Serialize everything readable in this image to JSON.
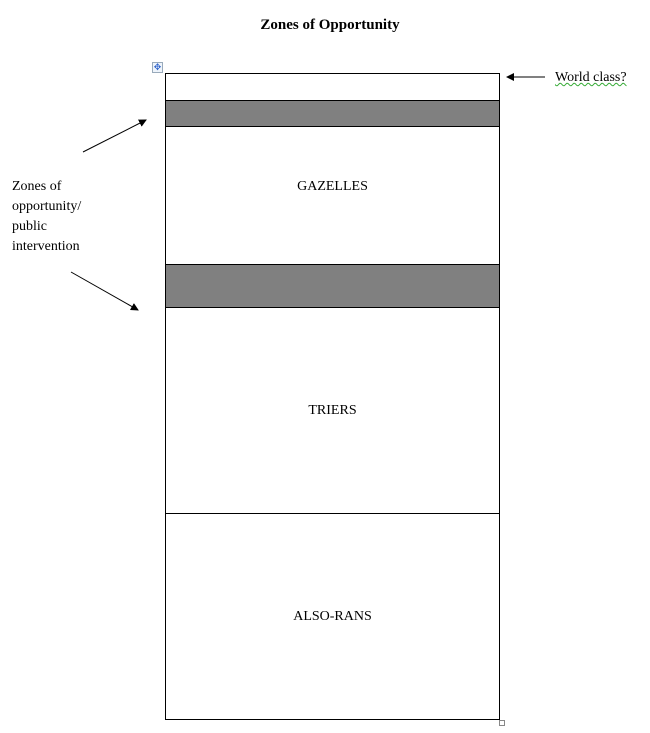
{
  "title": "Zones of Opportunity",
  "rows": [
    {
      "label": "",
      "shaded": false
    },
    {
      "label": "",
      "shaded": true
    },
    {
      "label": "GAZELLES",
      "shaded": false
    },
    {
      "label": "",
      "shaded": true
    },
    {
      "label": "TRIERS",
      "shaded": false
    },
    {
      "label": "ALSO-RANS",
      "shaded": false
    }
  ],
  "annotations": {
    "world_class": "World class?",
    "zones_line1": "Zones of",
    "zones_line2": "opportunity/",
    "zones_line3": "public",
    "zones_line4": "intervention"
  }
}
